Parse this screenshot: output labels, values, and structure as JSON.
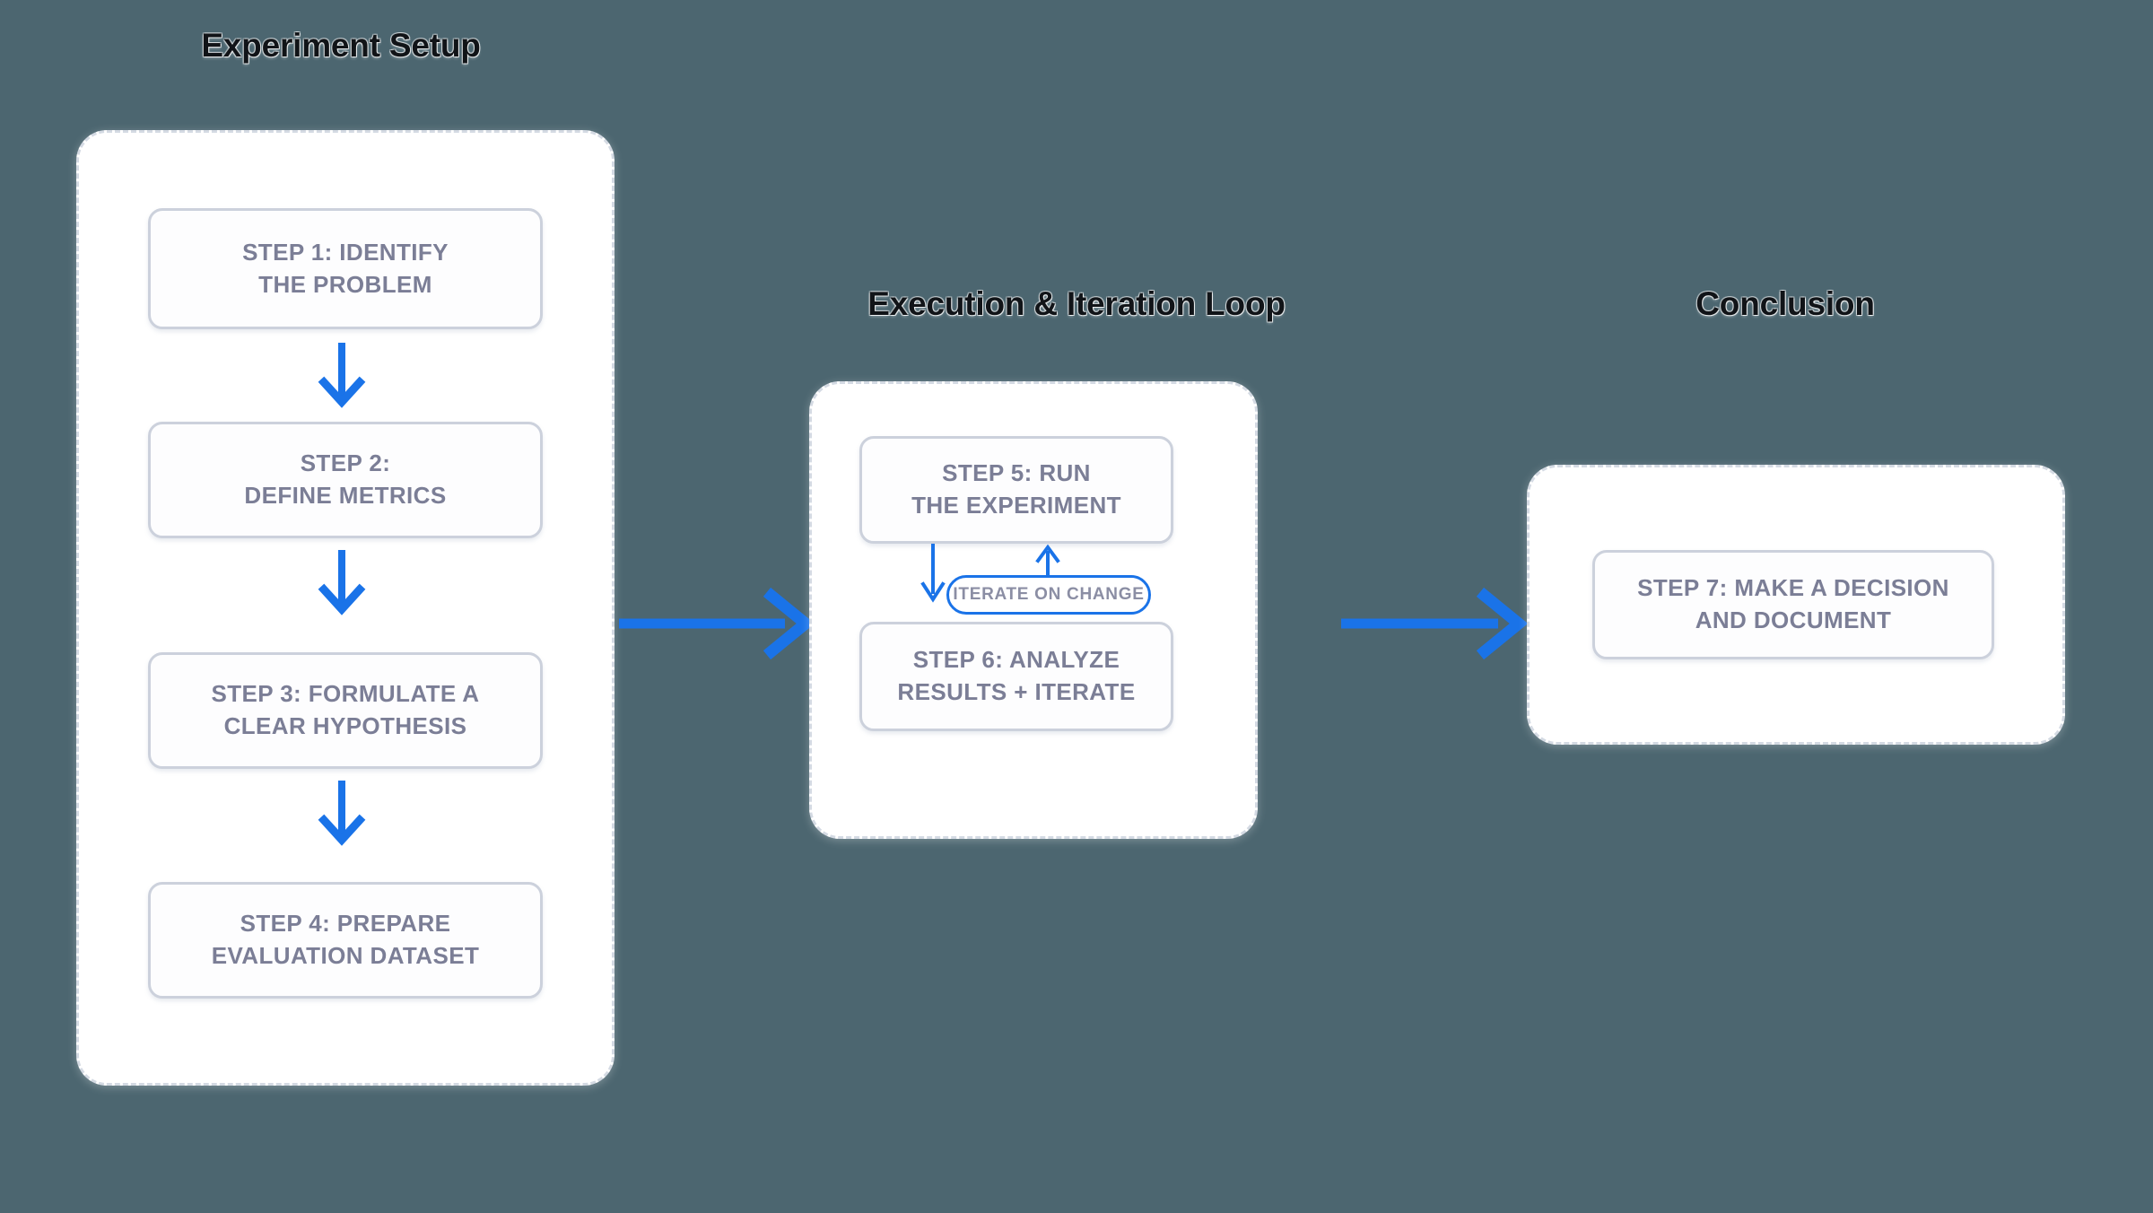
{
  "diagram": {
    "background_color": "#4c6670",
    "accent_color": "#1a73e8",
    "card_border_color": "#ccd1dc",
    "card_text_color": "#7b7e96",
    "group_title_color": "#111418"
  },
  "groups": [
    {
      "title": "Experiment Setup",
      "steps": [
        {
          "label": "STEP 1: IDENTIFY\nTHE PROBLEM"
        },
        {
          "label": "STEP 2:\nDEFINE METRICS"
        },
        {
          "label": "STEP 3: FORMULATE A\nCLEAR HYPOTHESIS"
        },
        {
          "label": "STEP 4: PREPARE\nEVALUATION DATASET"
        }
      ]
    },
    {
      "title": "Execution & Iteration Loop",
      "steps": [
        {
          "label": "STEP 5: RUN\nTHE EXPERIMENT"
        },
        {
          "label": "STEP 6: ANALYZE\nRESULTS + ITERATE"
        }
      ],
      "loop_label": "ITERATE ON CHANGE"
    },
    {
      "title": "Conclusion",
      "steps": [
        {
          "label": "STEP 7: MAKE A DECISION\nAND DOCUMENT"
        }
      ]
    }
  ]
}
